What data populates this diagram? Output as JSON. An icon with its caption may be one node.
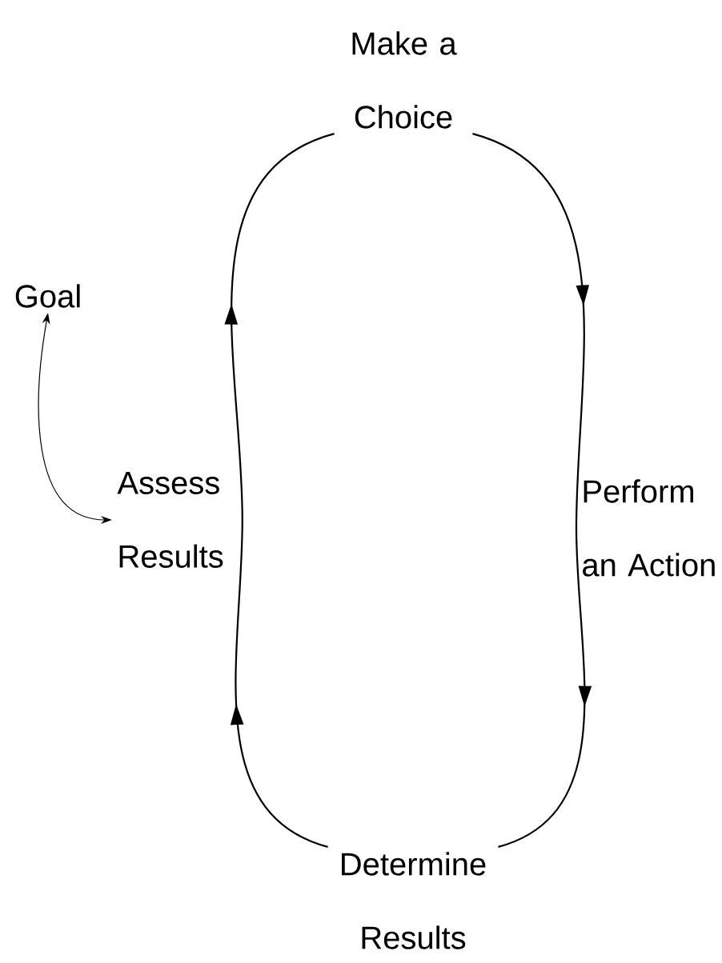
{
  "diagram": {
    "nodes": [
      {
        "text": [
          "Make a Choice"
        ]
      },
      {
        "text": [
          "Perform an Action"
        ]
      },
      {
        "text": [
          "Determine Results"
        ]
      },
      {
        "text": [
          "Assess Results"
        ]
      },
      {
        "text": [
          "Goal"
        ]
      }
    ],
    "edges": [
      {
        "from": 0,
        "to": 1,
        "arrow": "to"
      },
      {
        "from": 1,
        "to": 2,
        "arrow": "to"
      },
      {
        "from": 2,
        "to": 3,
        "arrow": "to"
      },
      {
        "from": 3,
        "to": 0,
        "arrow": "to"
      },
      {
        "from": 4,
        "to": 3,
        "arrow": "both"
      }
    ]
  }
}
